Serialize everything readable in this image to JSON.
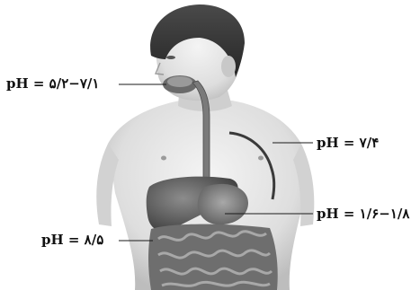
{
  "labels": {
    "mouth": "pH = ۵/۲−۷/۱",
    "blood": "pH = ۷/۴",
    "stomach": "pH = ۱/۶−۱/۸",
    "intestine": "pH = ۸/۵"
  }
}
